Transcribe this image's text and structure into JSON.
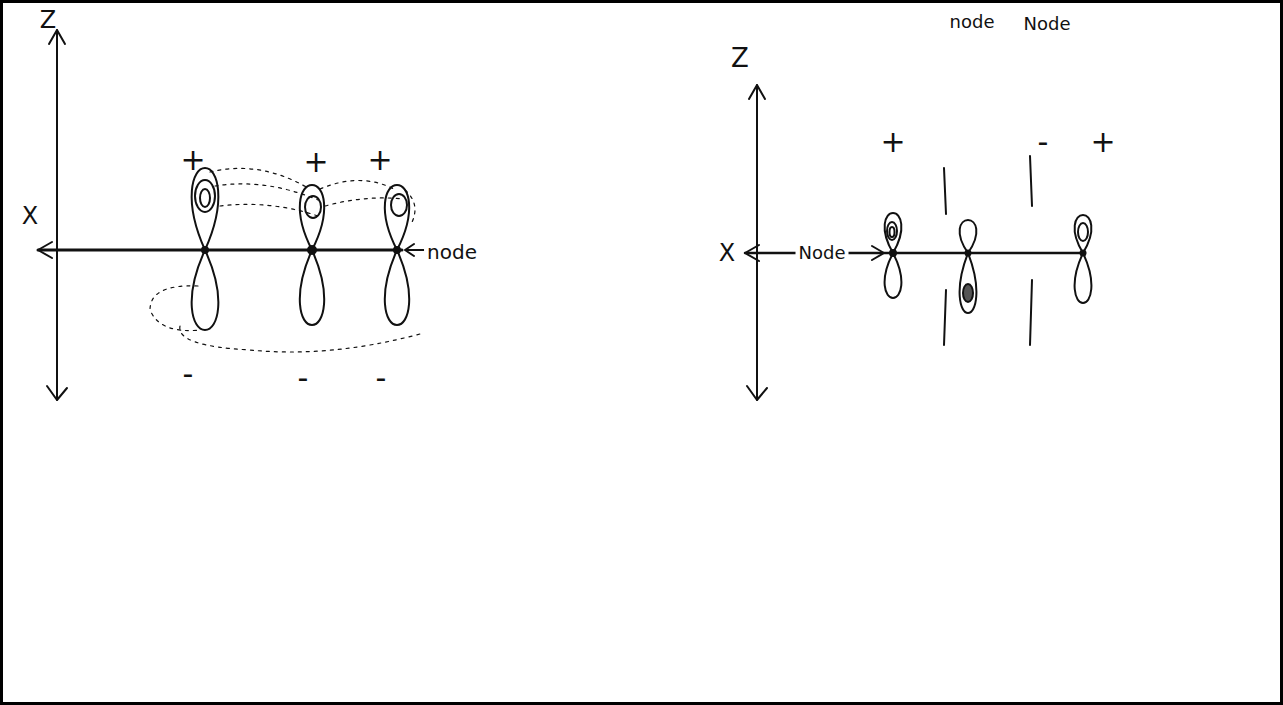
{
  "diagram": {
    "labels": [
      "Z",
      "X",
      "+",
      "+",
      "+",
      "node",
      "-",
      "-",
      "-",
      "Z",
      "node",
      "Node",
      "+",
      "-",
      "+",
      "X",
      "Node"
    ]
  }
}
